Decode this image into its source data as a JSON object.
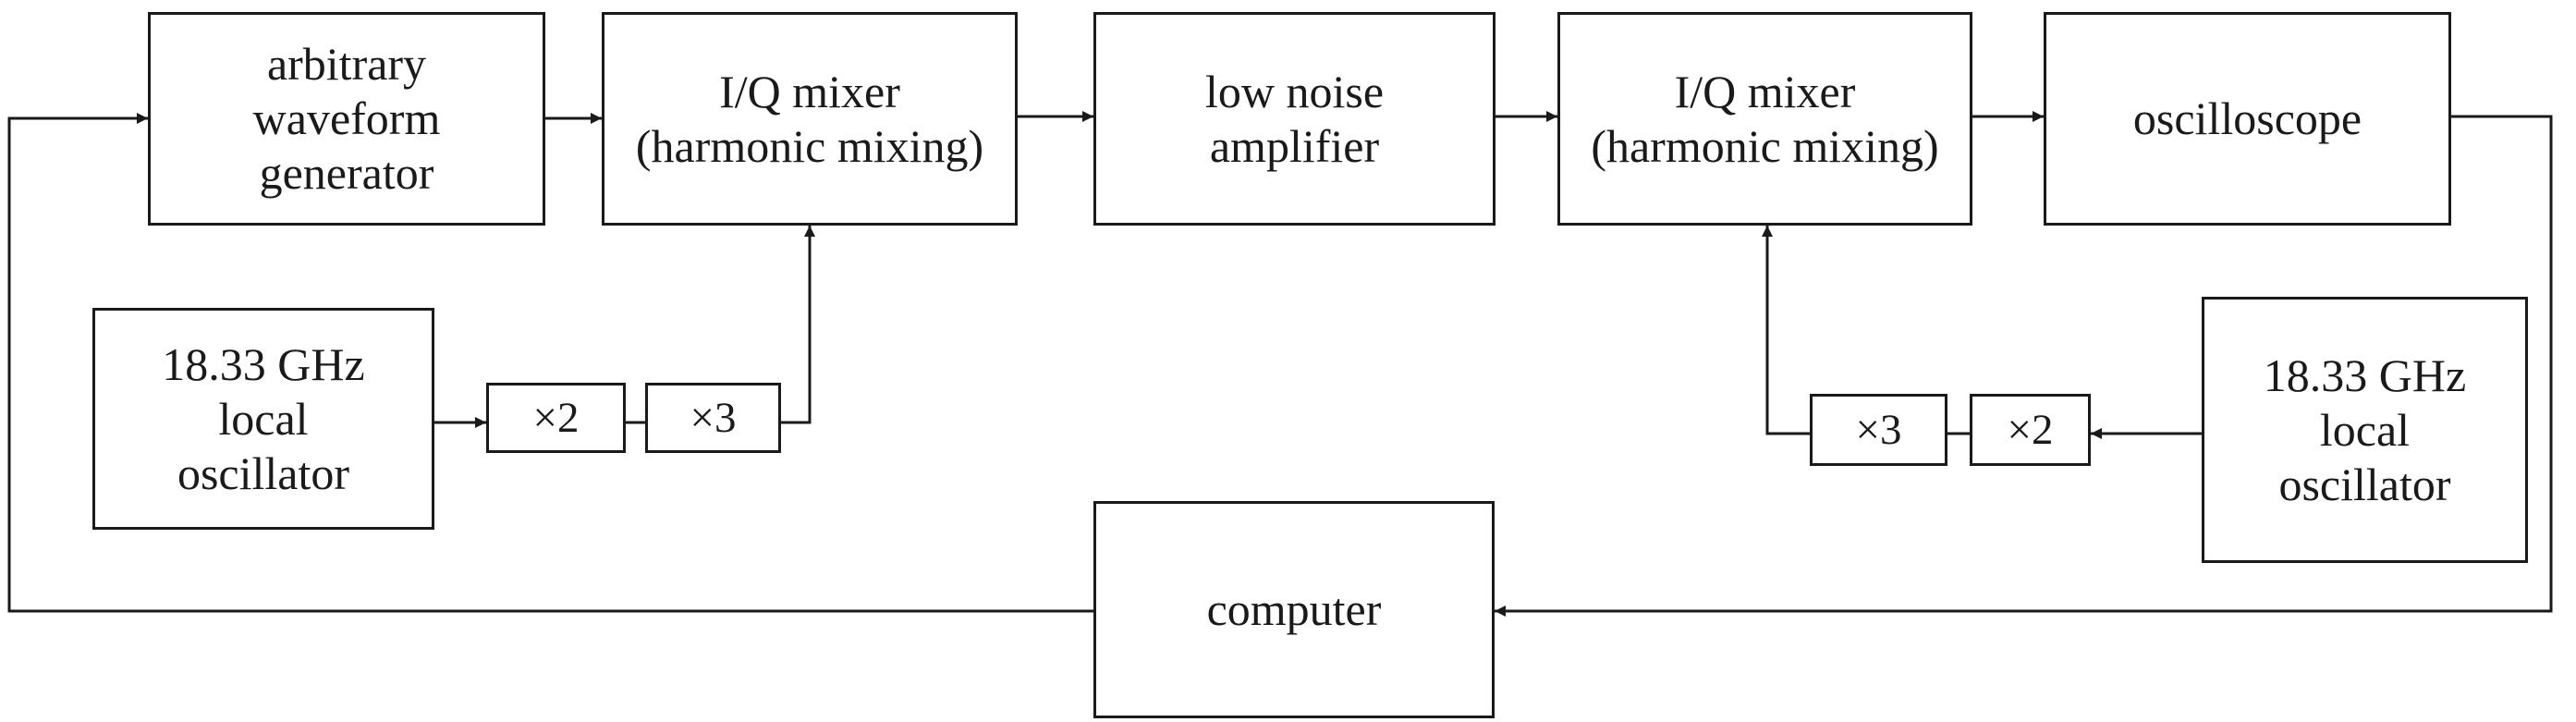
{
  "diagram": {
    "awg": "arbitrary\nwaveform\ngenerator",
    "iq_mixer_tx": "I/Q mixer\n(harmonic mixing)",
    "lna": "low noise\namplifier",
    "iq_mixer_rx": "I/Q mixer\n(harmonic mixing)",
    "oscilloscope": "oscilloscope",
    "lo_tx": "18.33 GHz\nlocal\noscillator",
    "mult_x2_tx": "×2",
    "mult_x3_tx": "×3",
    "mult_x3_rx": "×3",
    "mult_x2_rx": "×2",
    "lo_rx": "18.33 GHz\nlocal\noscillator",
    "computer": "computer"
  },
  "colors": {
    "stroke": "#1a1a1a",
    "background": "#ffffff"
  }
}
